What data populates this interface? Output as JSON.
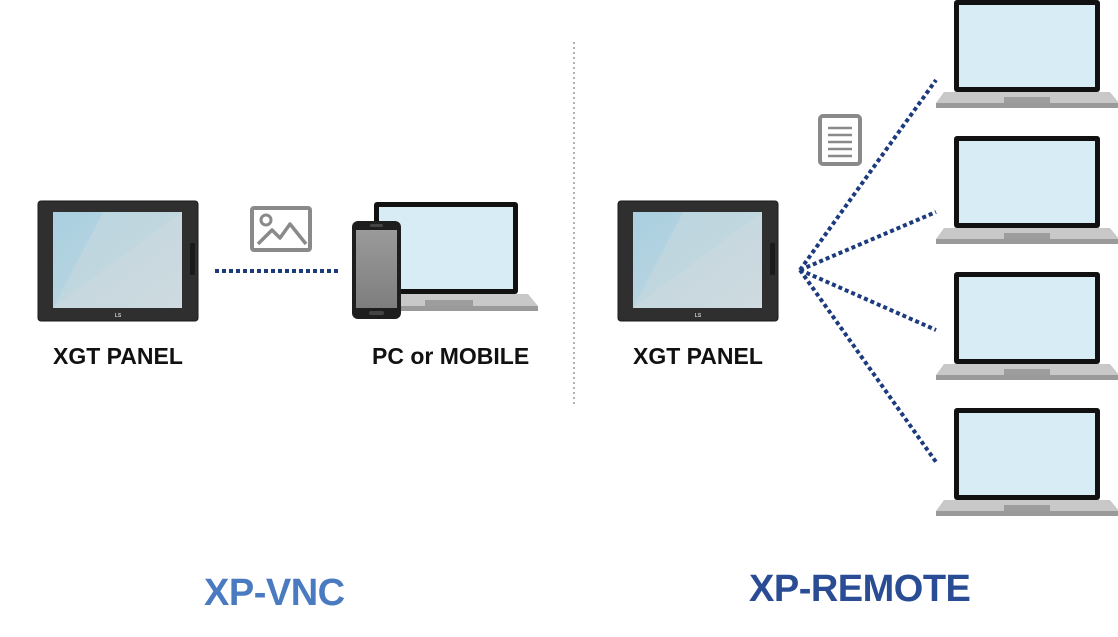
{
  "vnc": {
    "panel_label": "XGT PANEL",
    "client_label": "PC or MOBILE",
    "title": "XP-VNC",
    "panel_logo": "LS",
    "transfer_icon": "image-icon"
  },
  "remote": {
    "panel_label": "XGT PANEL",
    "title": "XP-REMOTE",
    "panel_logo": "LS",
    "transfer_icon": "document-icon",
    "client_count": 4
  },
  "colors": {
    "vnc_title": "#4a7bc0",
    "remote_title": "#2a4c94",
    "connection": "#1c3a7e",
    "divider": "#9a9a9a",
    "panel_bezel": "#2f2f2f",
    "screen": "#d8ecf6"
  }
}
